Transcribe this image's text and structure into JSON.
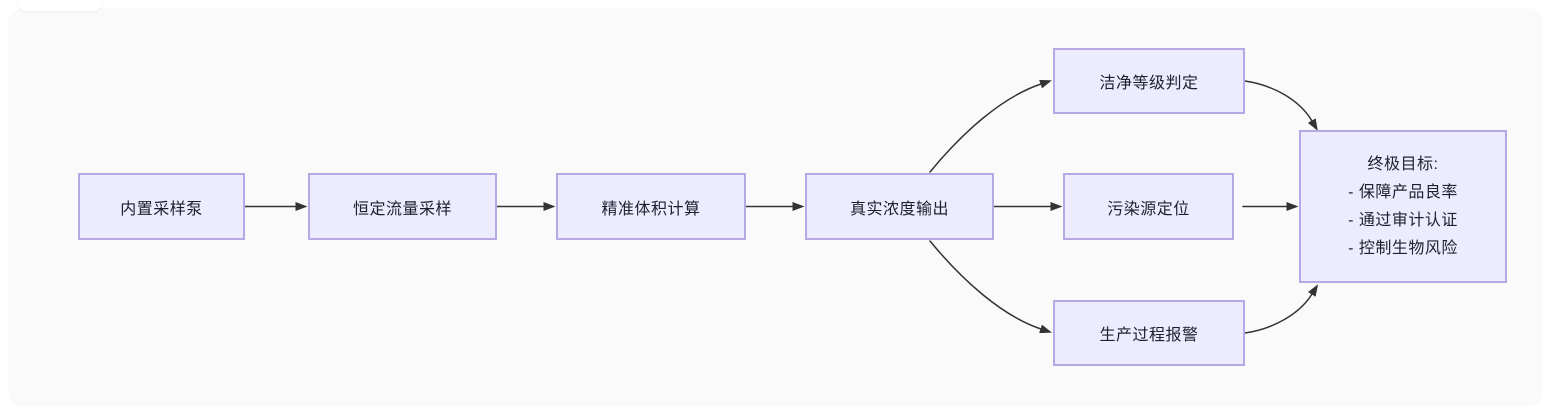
{
  "diagram": {
    "nodes": [
      {
        "label": "内置采样泵"
      },
      {
        "label": "恒定流量采样"
      },
      {
        "label": "精准体积计算"
      },
      {
        "label": "真实浓度输出"
      },
      {
        "label": "洁净等级判定"
      },
      {
        "label": "污染源定位"
      },
      {
        "label": "生产过程报警"
      }
    ],
    "goal": {
      "title": "终极目标:",
      "items": [
        "- 保障产品良率",
        "- 通过审计认证",
        "- 控制生物风险"
      ]
    },
    "colors": {
      "node_fill": "#ececfe",
      "node_border": "#b7a7e4",
      "edge": "#333333",
      "text": "#1f1f2e",
      "card_background": "#fafafa",
      "page_background": "#ffffff"
    }
  }
}
